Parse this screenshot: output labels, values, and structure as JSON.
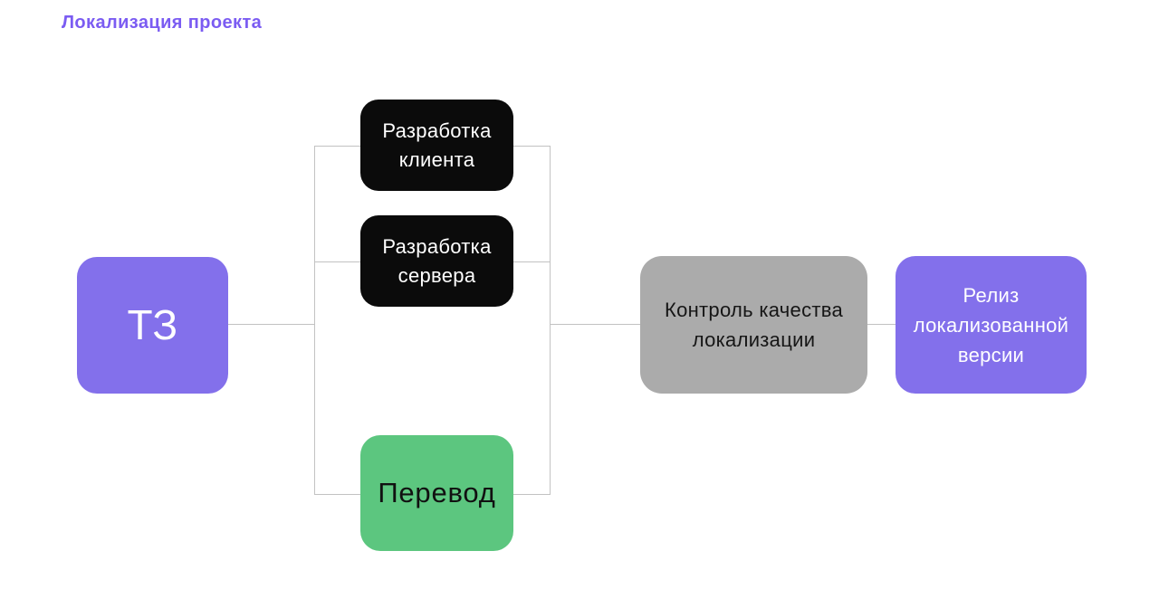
{
  "title": "Локализация проекта",
  "colors": {
    "background": "#FFFFFF",
    "title_text": "#7B5CF2",
    "node_purple": "#8370EB",
    "node_black": "#0B0B0B",
    "node_green": "#5CC67F",
    "node_gray": "#ABABAB",
    "connector_line": "#C2C2C2",
    "text_light": "#FFFFFF",
    "text_dark": "#111111"
  },
  "nodes": {
    "spec": {
      "label": "ТЗ"
    },
    "client_dev": {
      "label": "Разработка клиента"
    },
    "server_dev": {
      "label": "Разработка сервера"
    },
    "translation": {
      "label": "Перевод"
    },
    "qa": {
      "label": "Контроль качества локализации"
    },
    "release": {
      "label": "Релиз локализованной версии"
    }
  },
  "edges": [
    "ТЗ → Разработка клиента",
    "ТЗ → Разработка сервера",
    "ТЗ → Перевод",
    "Разработка клиента → Контроль качества локализации",
    "Разработка сервера → Контроль качества локализации",
    "Перевод → Контроль качества локализации",
    "Контроль качества локализации → Релиз локализованной версии"
  ]
}
